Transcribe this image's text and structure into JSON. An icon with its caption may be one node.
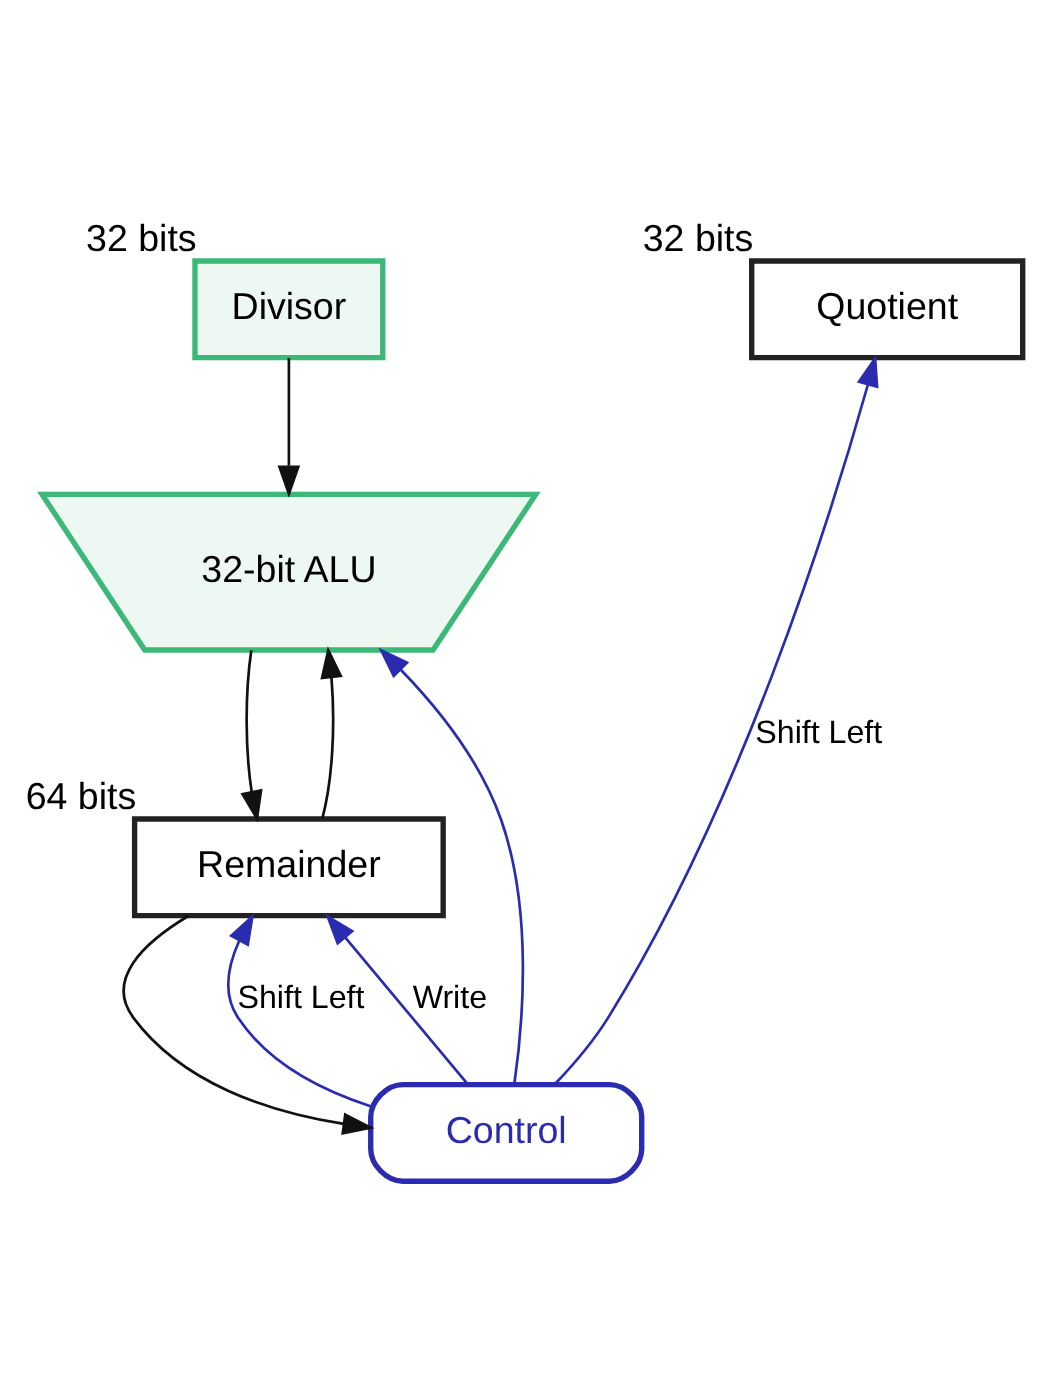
{
  "diagram": {
    "nodes": [
      {
        "text": [
          "Divisor"
        ],
        "beside": [
          "32 bits"
        ]
      },
      {
        "text": [
          "32-bit ALU"
        ]
      },
      {
        "text": [
          "Remainder"
        ],
        "beside": [
          "64 bits"
        ]
      },
      {
        "text": [
          "Control"
        ]
      },
      {
        "text": [
          "Quotient"
        ],
        "beside": [
          "32 bits"
        ]
      }
    ],
    "edges": [
      {
        "from": 0,
        "to": 1,
        "arrow": "to"
      },
      {
        "from": 2,
        "to": 1,
        "arrow": "to"
      },
      {
        "from": 1,
        "to": 2,
        "arrow": "to"
      },
      {
        "from": 2,
        "to": 3,
        "arrow": "to"
      },
      {
        "from": 3,
        "to": 2,
        "arrow": "to",
        "label": "Shift Left",
        "color": "#2b2bb0"
      },
      {
        "from": 3,
        "to": 2,
        "arrow": "to",
        "label": "Write",
        "color": "#2b2bb0"
      },
      {
        "from": 3,
        "to": 1,
        "arrow": "to",
        "color": "#2b2bb0"
      },
      {
        "from": 3,
        "to": 4,
        "arrow": "to",
        "label": "Shift Left",
        "color": "#2b2bb0"
      }
    ]
  }
}
